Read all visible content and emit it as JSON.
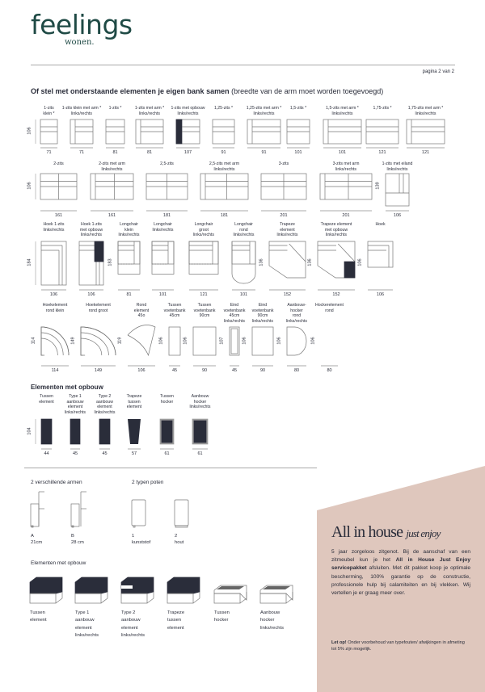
{
  "logo": {
    "name": "feelings",
    "sub": "wonen."
  },
  "page_number": "pagina 2 van 2",
  "heading": {
    "bold": "Of stel met onderstaande elementen je eigen bank samen",
    "normal": "(breedte van de arm moet worden toegevoegd)"
  },
  "row1": {
    "height": "106",
    "items": [
      {
        "label": "1-zits\nklein *",
        "width": "71"
      },
      {
        "label": "1-zits klein met arm *\nlinks/rechts",
        "width": "71"
      },
      {
        "label": "1-zits *",
        "width": "81"
      },
      {
        "label": "1-zits met arm *\nlinks/rechts",
        "width": "81"
      },
      {
        "label": "1-zits met opbouw\nlinks/rechts",
        "width": "107"
      },
      {
        "label": "1,25-zits *",
        "width": "91"
      },
      {
        "label": "1,25-zits met arm *\nlinks/rechts",
        "width": "91"
      },
      {
        "label": "1,5-zits *",
        "width": "101"
      },
      {
        "label": "1,5-zits met arm *\nlinks/rechts",
        "width": "101"
      },
      {
        "label": "1,75-zits *",
        "width": "121"
      },
      {
        "label": "1,75-zits met arm *\nlinks/rechts",
        "width": "121"
      }
    ]
  },
  "row2": {
    "height": "106",
    "items": [
      {
        "label": "2-zits",
        "width": "161"
      },
      {
        "label": "2-zits met arm\nlinks/rechts",
        "width": "161"
      },
      {
        "label": "2,5-zits",
        "width": "181"
      },
      {
        "label": "2,5-zits met arm\nlinks/rechts",
        "width": "181"
      },
      {
        "label": "3-zits",
        "width": "201"
      },
      {
        "label": "3-zits met arm\nlinks/rechts",
        "width": "201"
      },
      {
        "label": "1-zits met eiland\nlinks/rechts",
        "width": "106",
        "height": "139"
      }
    ]
  },
  "row3": {
    "height": "184",
    "items": [
      {
        "label": "Hoek 1-zits\nlinks/rechts",
        "width": "106"
      },
      {
        "label": "Hoek 1-zits\nmet opbouw\nlinks/rechts",
        "width": "106"
      },
      {
        "label": "Longchair\nklein\nlinks/rechts",
        "width": "81",
        "height": "183"
      },
      {
        "label": "Longchair\nlinks/rechts",
        "width": "101"
      },
      {
        "label": "Longchair\ngroot\nlinks/rechts",
        "width": "121"
      },
      {
        "label": "Longchair\nrond\nlinks/rechts",
        "width": "101"
      },
      {
        "label": "Trapeze\nelement\nlinks/rechts",
        "width": "152",
        "height": "136"
      },
      {
        "label": "Trapeze element\nmet opbouw\nlinks/rechts",
        "width": "152",
        "height": "136"
      },
      {
        "label": "Hoek",
        "width": "106",
        "height": "106"
      }
    ]
  },
  "row4": {
    "items": [
      {
        "label": "Hoekelement\nrond klein",
        "width": "114",
        "height": "114"
      },
      {
        "label": "Hoekelement\nrond groot",
        "width": "149",
        "height": "149"
      },
      {
        "label": "Rond\nelement\n45o",
        "width": "106",
        "height": "119"
      },
      {
        "label": "Tussen\nvoetenbank\n45cm",
        "width": "45",
        "height": "106"
      },
      {
        "label": "Tussen\nvoetenbank\n90cm",
        "width": "90",
        "height": "106"
      },
      {
        "label": "Eind\nvoetenbank\n45cm\nlinks/rechts",
        "width": "45",
        "height": "107"
      },
      {
        "label": "Eind\nvoetenbank\n90cm\nlinks/rechts",
        "width": "90",
        "height": "106"
      },
      {
        "label": "Aanbouw-\nhocker\nrond\nlinks/rechts",
        "width": "80",
        "height": "106"
      },
      {
        "label": "Hockerelement\nrond",
        "width": "80",
        "height": "106"
      }
    ]
  },
  "opbouw": {
    "title": "Elementen met opbouw",
    "height": "104",
    "items": [
      {
        "label": "Tussen\nelement",
        "width": "44"
      },
      {
        "label": "Type 1\naanbouw\nelement\nlinks/rechts",
        "width": "45"
      },
      {
        "label": "Type 2\naanbouw\nelement\nlinks/rechts",
        "width": "45"
      },
      {
        "label": "Trapeze\ntussen\nelement",
        "width": "57"
      },
      {
        "label": "Tussen\nhocker",
        "width": "61"
      },
      {
        "label": "Aanbouw\nhocker\nlinks/rechts",
        "width": "61"
      }
    ]
  },
  "arms": {
    "title": "2 verschillende armen",
    "items": [
      {
        "code": "A",
        "size": "21cm"
      },
      {
        "code": "B",
        "size": "28 cm"
      }
    ]
  },
  "legs": {
    "title": "2 typen poten",
    "items": [
      {
        "code": "1",
        "type": "kunststof"
      },
      {
        "code": "2",
        "type": "hout"
      }
    ]
  },
  "opbouw3d": {
    "title": "Elementen met opbouw",
    "items": [
      "Tussen\nelement",
      "Type 1\naanbouw\nelement\nlinks/rechts",
      "Type 2\naanbouw\nelement\nlinks/rechts",
      "Trapeze\ntussen\nelement",
      "Tussen\nhocker",
      "Aanbouw\nhocker\nlinks/rechts"
    ]
  },
  "panel": {
    "title": "All in house",
    "title_italic": "just enjoy",
    "text_before": "5 jaar zorgeloos zitgenot. Bij de aanschaf van een zitmeubel kun je het ",
    "text_bold": "All in House Just Enjoy servicepakket",
    "text_after": " afsluiten. Met dit pakket koop je optimale bescherming, 100% garantie op de constructie, professionele hulp bij calamiteiten en bij vlekken. Wij vertellen je er graag meer over.",
    "note_bold": "Let op!",
    "note": " Onder voorbehoud van typefouten/ afwijkingen in afmeting tot 5% zijn mogelijk.",
    "color": "#dfc7bd"
  },
  "colors": {
    "brand": "#1f4a45",
    "dark": "#2a2d3a"
  }
}
